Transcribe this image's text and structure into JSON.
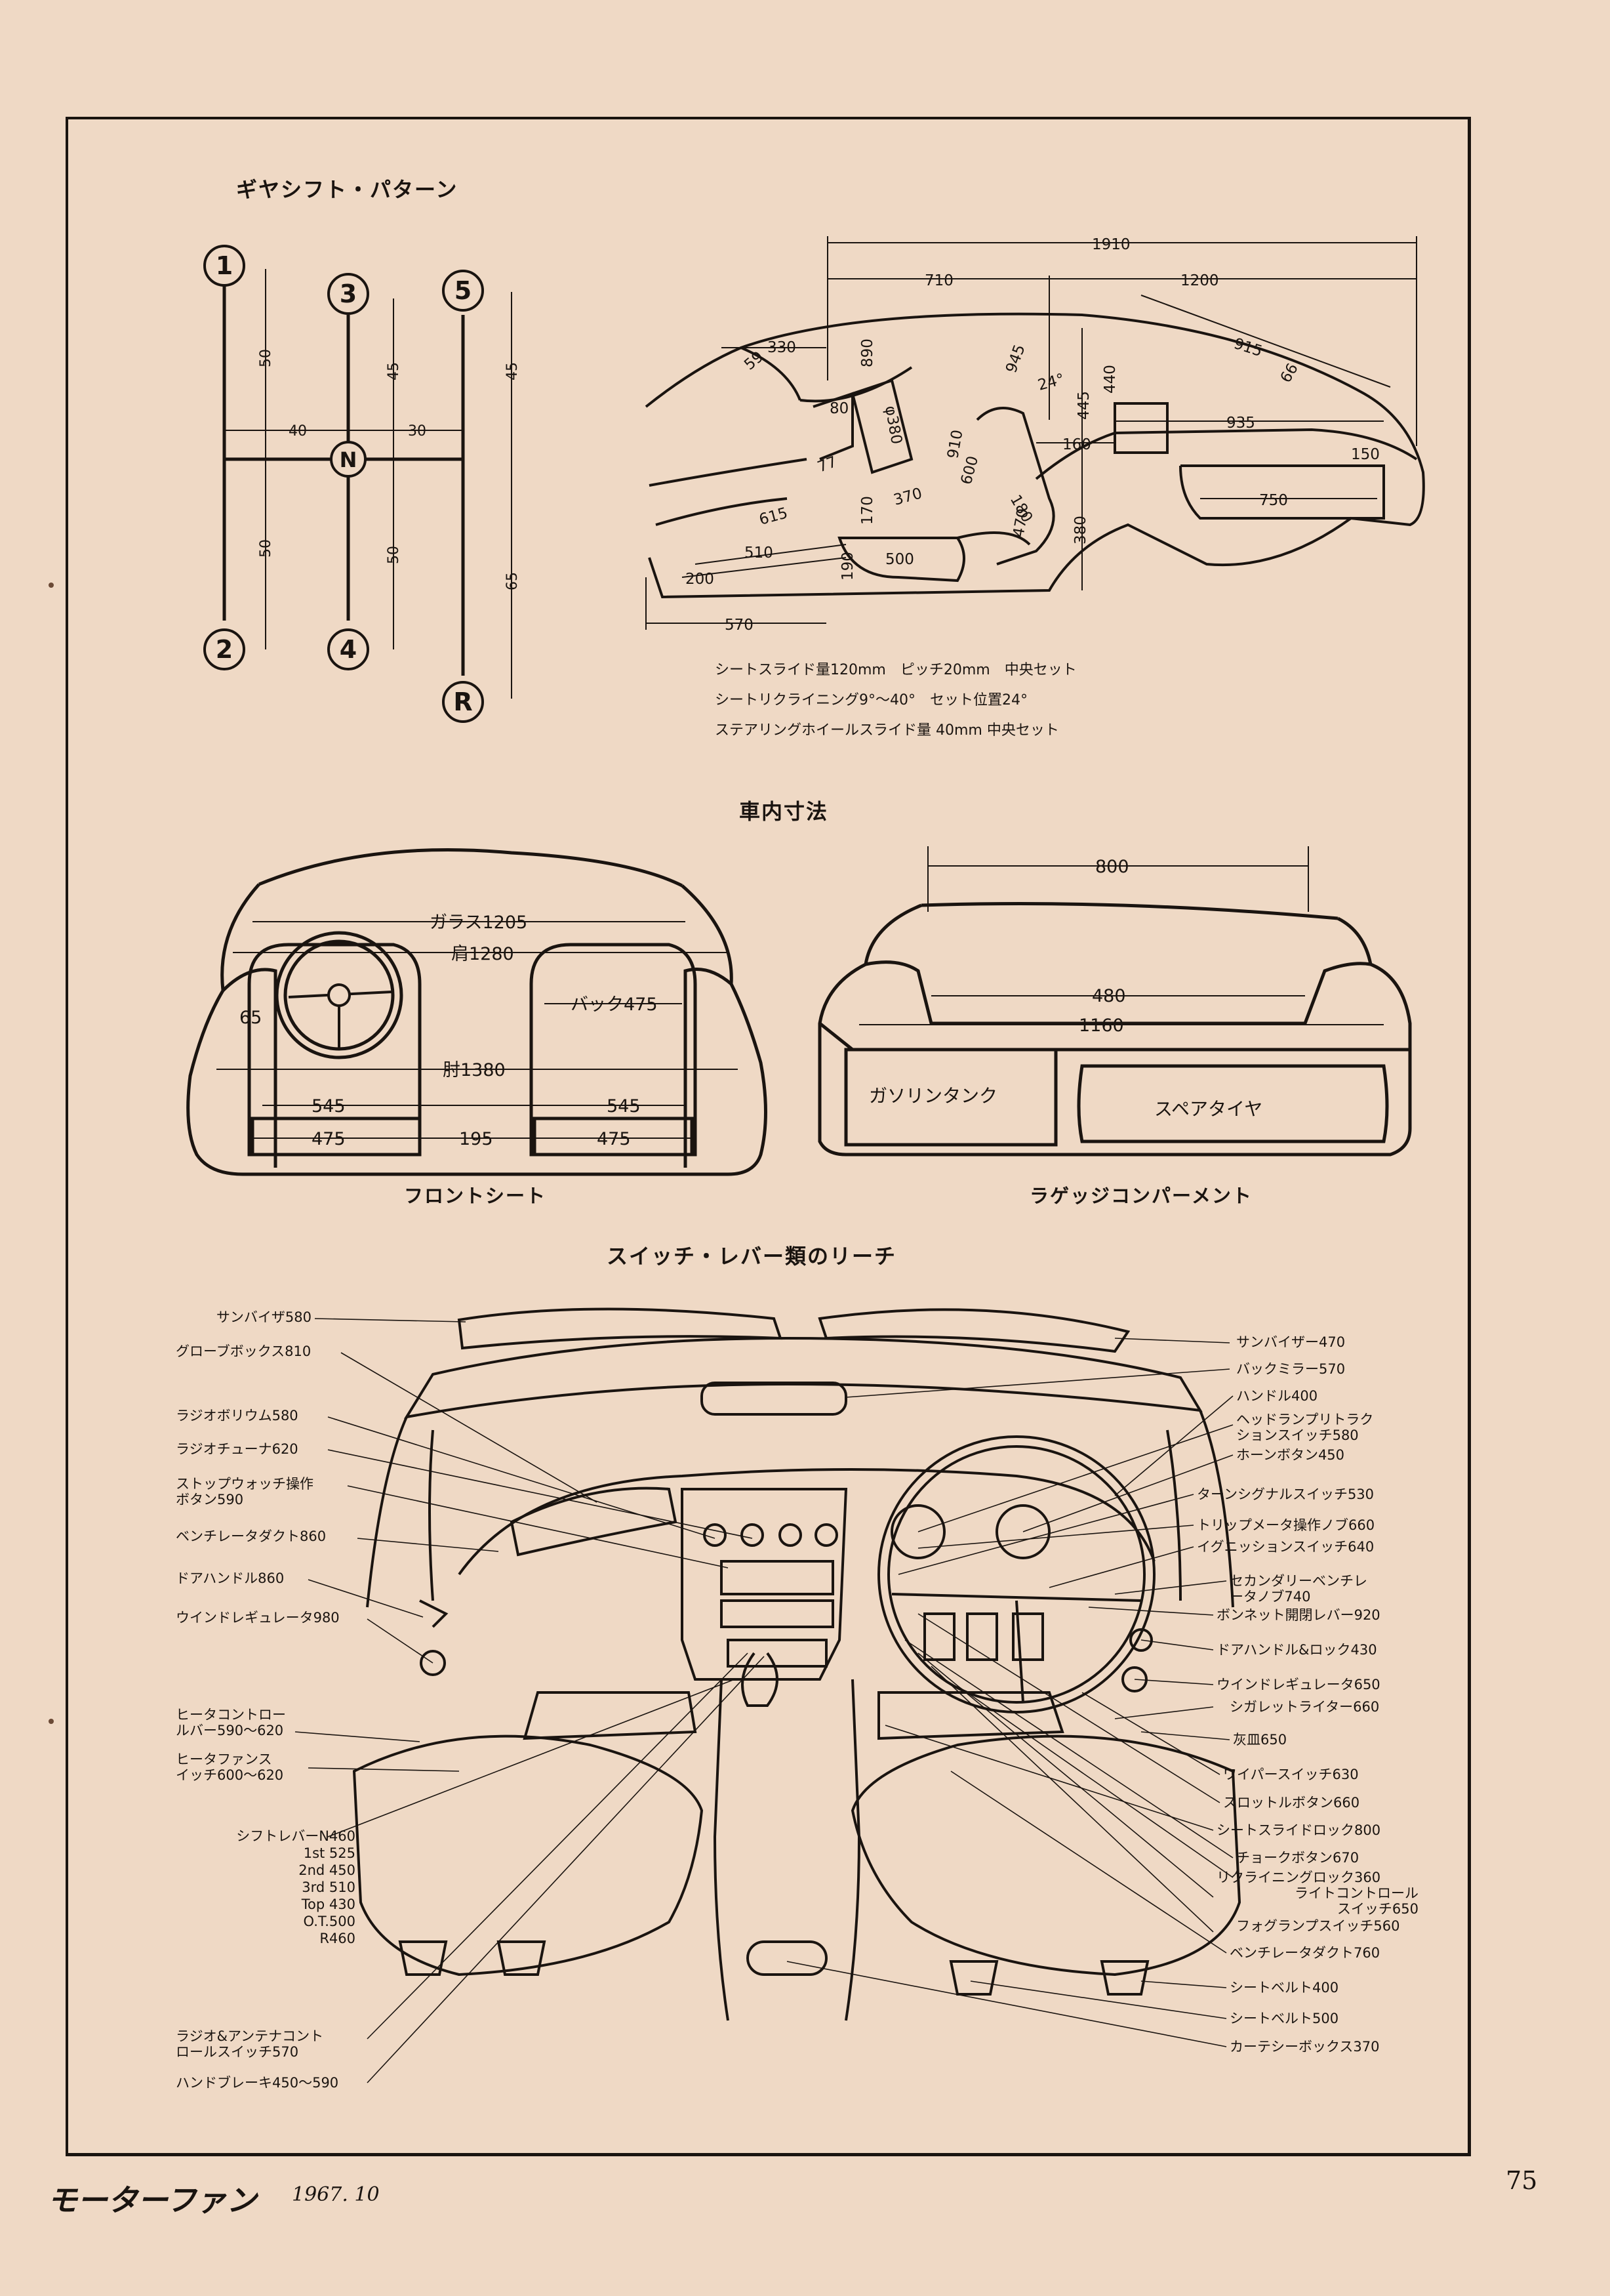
{
  "gear_shift": {
    "title": "ギヤシフト・パターン",
    "positions": [
      "1",
      "2",
      "3",
      "4",
      "5",
      "R",
      "N"
    ],
    "dims": [
      "50",
      "50",
      "45",
      "50",
      "45",
      "65",
      "40",
      "30"
    ]
  },
  "side_view": {
    "dims": [
      "1910",
      "710",
      "1200",
      "915",
      "66",
      "330",
      "59",
      "890",
      "945",
      "24°",
      "445",
      "440",
      "935",
      "80",
      "φ380",
      "160",
      "77",
      "910",
      "600",
      "150",
      "750",
      "615",
      "370",
      "180",
      "170",
      "510",
      "500",
      "470",
      "380",
      "190",
      "200",
      "570"
    ],
    "notes": [
      "シートスライド量120mm　ピッチ20mm　中央セット",
      "シートリクライニング9°～40°　セット位置24°",
      "ステアリングホイールスライド量 40mm 中央セット"
    ]
  },
  "interior": {
    "title": "車内寸法",
    "front_seat": {
      "caption": "フロントシート",
      "dims": [
        "ガラス1205",
        "肩1280",
        "バック475",
        "65",
        "肘1380",
        "545",
        "545",
        "475",
        "195",
        "475"
      ]
    },
    "luggage": {
      "caption": "ラゲッジコンパーメント",
      "dims": [
        "800",
        "480",
        "1160"
      ],
      "labels": [
        "ガソリンタンク",
        "スペアタイヤ"
      ]
    }
  },
  "reach": {
    "title": "スイッチ・レバー類のリーチ",
    "left_labels": [
      "サンバイザ580",
      "グローブボックス810",
      "ラジオボリウム580",
      "ラジオチューナ620",
      "ストップウォッチ操作\nボタン590",
      "ベンチレータダクト860",
      "ドアハンドル860",
      "ウインドレギュレータ980",
      "ヒータコントロー\nルバー590～620",
      "ヒータファンス\nイッチ600～620",
      "シフトレバーN460\n1st 525\n2nd 450\n3rd 510\nTop 430\nO.T.500\nR460",
      "ラジオ&アンテナコント\nロールスイッチ570",
      "ハンドブレーキ450～590"
    ],
    "right_labels": [
      "サンバイザー470",
      "バックミラー570",
      "ハンドル400",
      "ヘッドランプリトラク\nションスイッチ580",
      "ホーンボタン450",
      "ターンシグナルスイッチ530",
      "トリップメータ操作ノブ660",
      "イグニッションスイッチ640",
      "セカンダリーベンチレ\nータノブ740",
      "ボンネット開閉レバー920",
      "ドアハンドル&ロック430",
      "ウインドレギュレータ650",
      "シガレットライター660",
      "灰皿650",
      "ワイパースイッチ630",
      "スロットルボタン660",
      "シートスライドロック800",
      "チョークボタン670",
      "リクライニングロック360",
      "ライトコントロール\nスイッチ650",
      "フォグランプスイッチ560",
      "ベンチレータダクト760",
      "シートベルト400",
      "シートベルト500",
      "カーテシーボックス370"
    ]
  },
  "footer": {
    "magazine": "モーターファン",
    "date": "1967. 10",
    "page": "75"
  }
}
